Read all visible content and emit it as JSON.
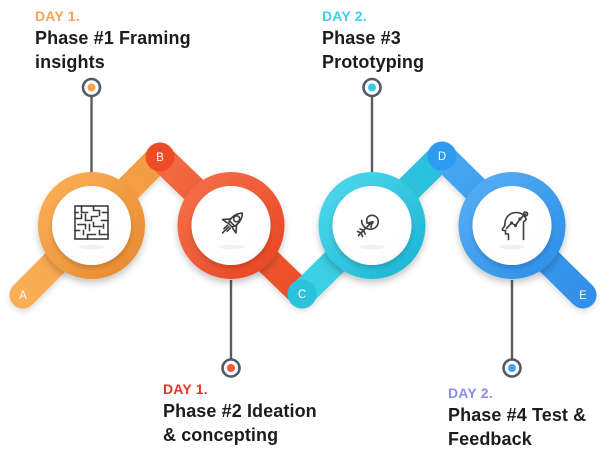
{
  "diagram": {
    "phases": [
      {
        "day": "DAY 1.",
        "day_color": "#F9A357",
        "title_lines": [
          "Phase #1 Framing",
          "insights"
        ],
        "icon": "maze-icon",
        "accent_color": "#F7A44C",
        "label_position": "top"
      },
      {
        "day": "DAY 1.",
        "day_color": "#E3342B",
        "title_lines": [
          "Phase #2 Ideation",
          "& concepting"
        ],
        "icon": "rocket-icon",
        "accent_color": "#F05B33",
        "label_position": "bottom"
      },
      {
        "day": "DAY 2.",
        "day_color": "#3ECFEC",
        "title_lines": [
          "Phase #3",
          "Prototyping"
        ],
        "icon": "target-icon",
        "accent_color": "#32C8E0",
        "label_position": "top"
      },
      {
        "day": "DAY 2.",
        "day_color": "#8A8BEF",
        "title_lines": [
          "Phase #4 Test &",
          "Feedback"
        ],
        "icon": "head-chart-icon",
        "accent_color": "#3E9EF0",
        "label_position": "bottom"
      }
    ],
    "milestones": [
      {
        "letter": "A",
        "color": "#F7A44C"
      },
      {
        "letter": "B",
        "color": "#EE4B28"
      },
      {
        "letter": "C",
        "color": "#2BC2DC"
      },
      {
        "letter": "D",
        "color": "#2F9BF0"
      },
      {
        "letter": "E",
        "color": "#3E9EF0"
      }
    ],
    "marker_dot_colors": [
      "#F7A44C",
      "#F05B33",
      "#38CBE4",
      "#4AA3F0"
    ],
    "ribbon_colors": {
      "segment_ab": "#F7A44C",
      "segment_bc": "#F05B33",
      "segment_cd": "#32C8E0",
      "segment_de": "#3E9EF0"
    },
    "text_color": "#1C1C1C",
    "connector_color": "#5D5D5D",
    "marker_ring_color": "#4F5B68"
  }
}
